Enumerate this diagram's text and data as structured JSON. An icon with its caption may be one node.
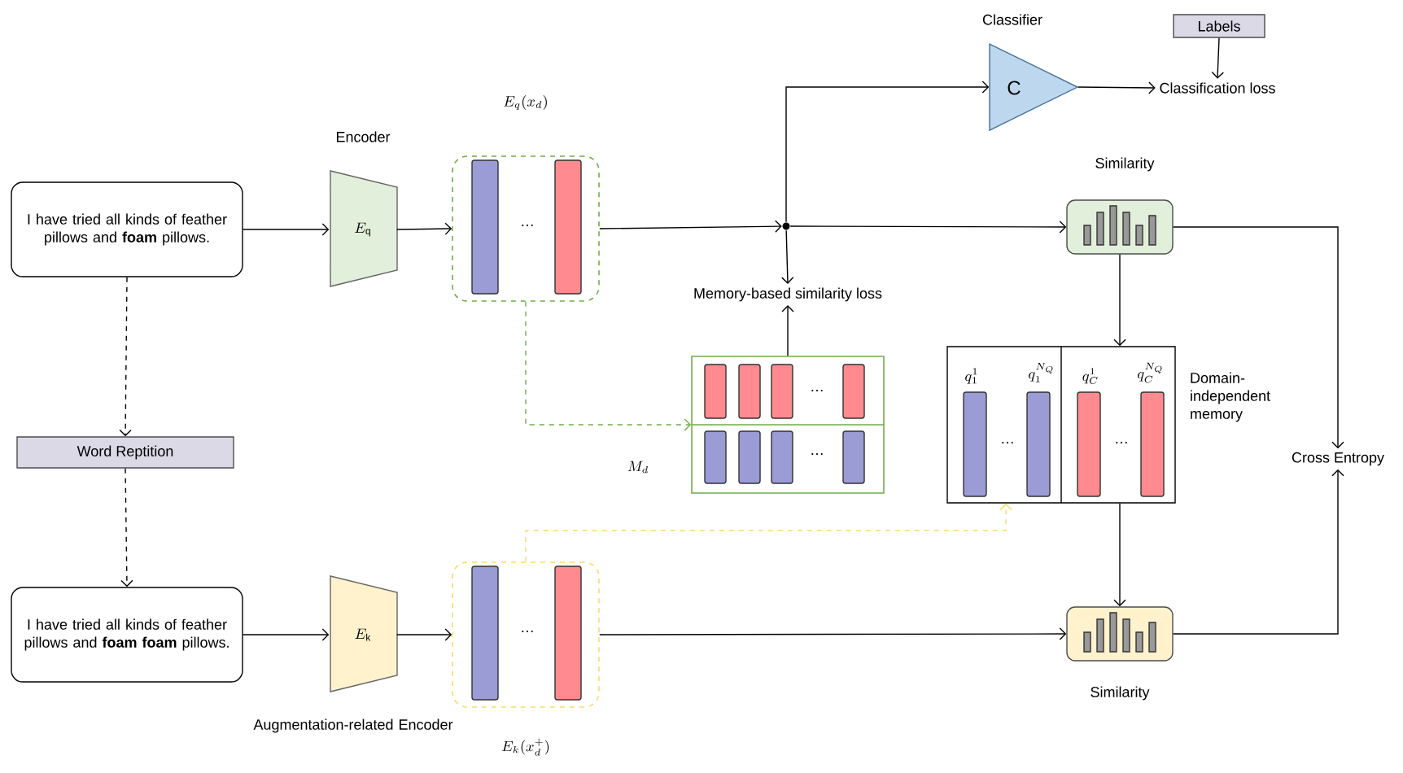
{
  "diagram": {
    "nodes": [
      {
        "text": [
          "I have tried all kinds of feather pillows and **foam** pillows."
        ]
      },
      {
        "text": [
          "Encoder",
          "E_{\\mathrm{q}}"
        ]
      },
      {
        "text": [
          "E_q(x_d)",
          "…"
        ]
      },
      {
        "text": [],
        "shape": "circle"
      },
      {
        "text": [
          "Classifier",
          "C"
        ]
      },
      {
        "text": [
          "Labels"
        ]
      },
      {
        "text": [
          "Classification loss"
        ]
      },
      {
        "text": [
          "Similarity"
        ]
      },
      {
        "text": [
          "Memory-based similarity loss"
        ]
      },
      {
        "text": [
          "…",
          "…",
          "M_d"
        ]
      },
      {
        "text": [
          "q_1^1",
          "q_1^{N_Q}",
          "q_C^1",
          "q_C^{N_Q}",
          "…",
          "…",
          "Domain-independent memory"
        ]
      },
      {
        "text": [
          "Cross Entropy"
        ]
      },
      {
        "text": [
          "Word Reptition"
        ]
      },
      {
        "text": [
          "I have tried all kinds of feather pillows and **foam foam** pillows."
        ]
      },
      {
        "text": [
          "E_{\\mathrm{k}}",
          "Augmentation-related Encoder"
        ]
      },
      {
        "text": [
          "…",
          "E_k(x_d^+)"
        ]
      },
      {
        "text": [
          "Similarity"
        ]
      }
    ],
    "edges": [
      {
        "from": 0,
        "to": 1,
        "arrow": "to"
      },
      {
        "from": 1,
        "to": 2,
        "arrow": "to"
      },
      {
        "from": 2,
        "to": 3,
        "arrow": "to"
      },
      {
        "from": 3,
        "to": 4,
        "arrow": "to"
      },
      {
        "from": 3,
        "to": 7,
        "arrow": "to"
      },
      {
        "from": 3,
        "to": 8,
        "arrow": "to"
      },
      {
        "from": 9,
        "to": 8,
        "arrow": "to"
      },
      {
        "from": 4,
        "to": 6,
        "arrow": "to"
      },
      {
        "from": 5,
        "to": 6,
        "arrow": "to"
      },
      {
        "from": 7,
        "to": 10,
        "arrow": "to"
      },
      {
        "from": 7,
        "to": 11,
        "arrow": "to"
      },
      {
        "from": 10,
        "to": 16,
        "arrow": "to"
      },
      {
        "from": 16,
        "to": 11,
        "arrow": "to"
      },
      {
        "from": 0,
        "to": 12,
        "arrow": "to",
        "style": "dashed"
      },
      {
        "from": 12,
        "to": 13,
        "arrow": "to",
        "style": "dashed"
      },
      {
        "from": 13,
        "to": 14,
        "arrow": "to"
      },
      {
        "from": 14,
        "to": 15,
        "arrow": "to"
      },
      {
        "from": 15,
        "to": 16,
        "arrow": "to"
      },
      {
        "from": 2,
        "to": 9,
        "arrow": "to",
        "style": "dashed",
        "color": "#70ad47"
      },
      {
        "from": 15,
        "to": 10,
        "arrow": "to",
        "style": "dashed",
        "color": "#ffd966"
      }
    ]
  }
}
